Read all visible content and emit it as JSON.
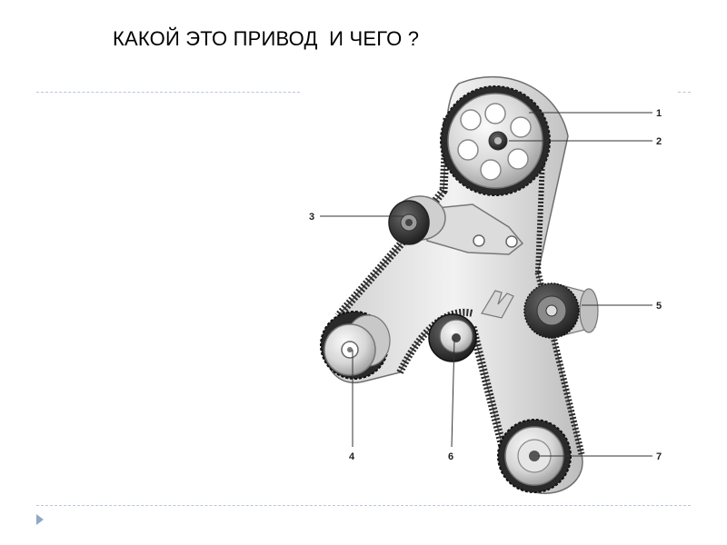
{
  "slide": {
    "title": "КАКОЙ ЭТО ПРИВОД  И ЧЕГО ?"
  },
  "diagram": {
    "callouts": [
      "1",
      "2",
      "3",
      "4",
      "5",
      "6",
      "7"
    ]
  }
}
